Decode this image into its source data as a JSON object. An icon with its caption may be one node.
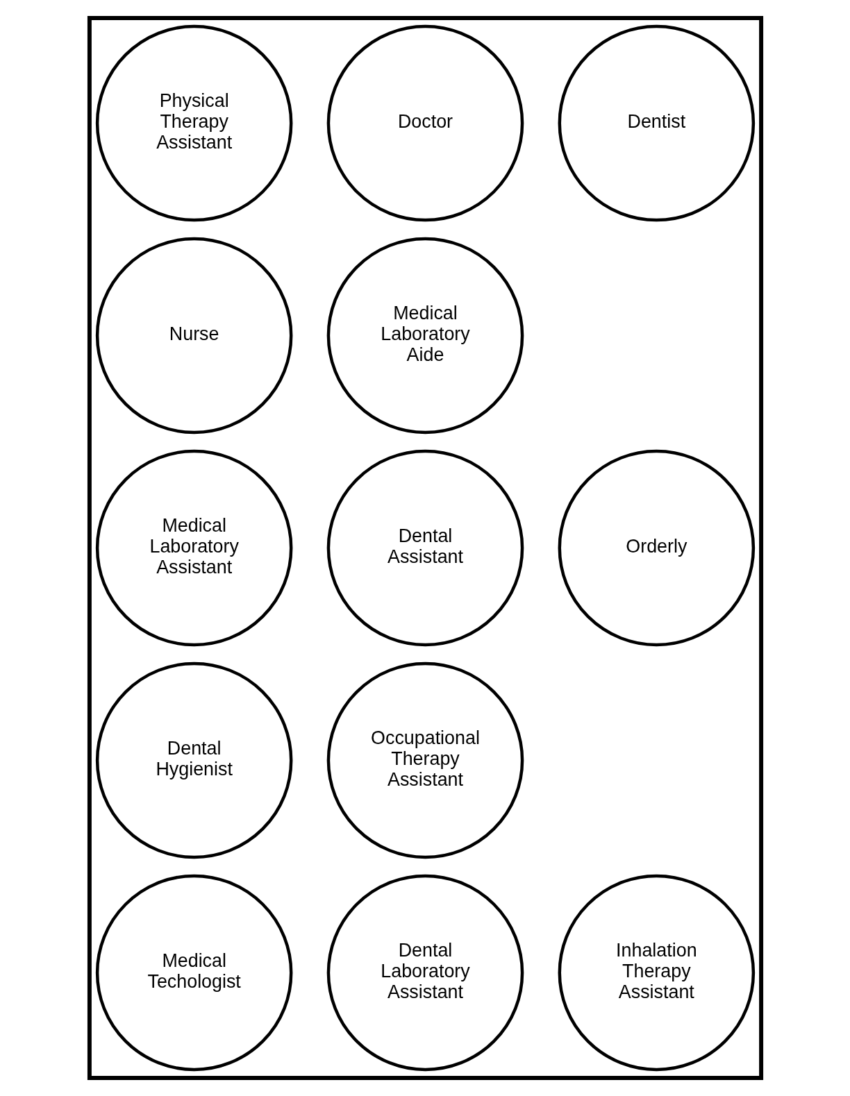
{
  "diagram": {
    "nodes": [
      {
        "text": [],
        "shape": "box"
      },
      {
        "text": [
          "Physical Therapy Assistant"
        ],
        "in": 0
      },
      {
        "text": [
          "Doctor"
        ],
        "in": 0
      },
      {
        "text": [
          "Dentist"
        ],
        "in": 0
      },
      {
        "text": [
          "Nurse"
        ],
        "in": 0
      },
      {
        "text": [
          "Medical Laboratory Aide"
        ],
        "in": 0
      },
      {
        "text": [
          "Medical Laboratory Assistant"
        ],
        "in": 0
      },
      {
        "text": [
          "Dental Assistant"
        ],
        "in": 0
      },
      {
        "text": [
          "Orderly"
        ],
        "in": 0
      },
      {
        "text": [
          "Dental Hygienist"
        ],
        "in": 0
      },
      {
        "text": [
          "Occupational Therapy Assistant"
        ],
        "in": 0
      },
      {
        "text": [
          "Medical Techologist"
        ],
        "in": 0
      },
      {
        "text": [
          "Dental Laboratory Assistant"
        ],
        "in": 0
      },
      {
        "text": [
          "Inhalation Therapy Assistant"
        ],
        "in": 0
      }
    ],
    "edges": []
  }
}
